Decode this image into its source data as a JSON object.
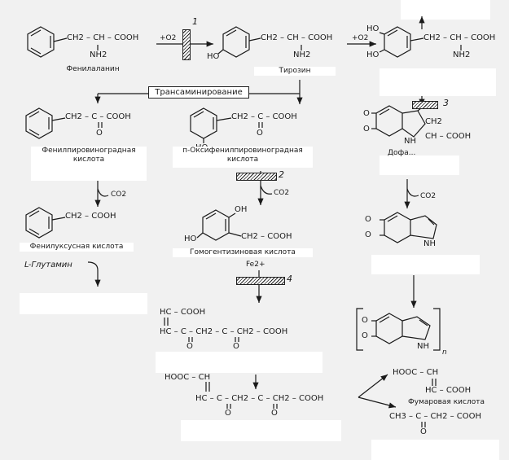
{
  "labels": {
    "phenylalanine": "Фенилаланин",
    "tyrosine": "Тирозин",
    "transamination": "Трансаминирование",
    "phenylpyruvic_1": "Фенилпировиноградная",
    "phenylpyruvic_2": "кислота",
    "oxyphenylpyruvic_1": "п-Оксифенилпировиноградная",
    "oxyphenylpyruvic_2": "кислота",
    "phenylacetic": "Фенилуксусная кислота",
    "glutamine": "L-Глутамин",
    "homogentisic": "Гомогентизиновая кислота",
    "fumaric": "Фумаровая кислота",
    "dopachrome_partial": "Дофа..."
  },
  "reagents": {
    "o2_1": "+O2",
    "o2_2": "+O2",
    "co2_1": "CO2",
    "co2_2": "CO2",
    "co2_3": "CO2",
    "fe": "Fe2+"
  },
  "enzyme_steps": {
    "step1": "1",
    "step2": "2",
    "step3": "3",
    "step4": "4"
  },
  "formulas": {
    "phe_chain": "CH2 – CH – COOH",
    "phe_nh2": "NH2",
    "tyr_chain": "CH2 – CH – COOH",
    "tyr_nh2": "NH2",
    "tyr_ho": "HO",
    "dopa_chain": "CH2 – CH – COOH",
    "dopa_nh2": "NH2",
    "dopa_ho1": "HO",
    "dopa_ho2": "HO",
    "ppa_chain": "CH2 – C – COOH",
    "ppa_o": "O",
    "hppa_chain": "CH2 – C – COOH",
    "hppa_o": "O",
    "hppa_ho": "HO",
    "paa_chain": "CH2 – COOH",
    "hga_chain": "CH2 – COOH",
    "hga_oh": "OH",
    "hga_ho": "HO",
    "dopachrome_ch2": "CH2",
    "dopachrome_cooh": "CH – COOH",
    "dopachrome_nh": "NH",
    "dopachrome_o1": "O",
    "dopachrome_o2": "O",
    "indq_o1": "O",
    "indq_o2": "O",
    "indq_nh": "NH",
    "melanin_o1": "O",
    "melanin_o2": "O",
    "melanin_nh": "NH",
    "melanin_n": "n",
    "maa_line1": "HC – COOH",
    "maa_line2": "HC – C – CH2 – C – CH2 – COOH",
    "maa_o1": "O",
    "maa_o2": "O",
    "faa_line1": "HOOC – CH",
    "faa_line2": "HC – C – CH2 – C – CH2 – COOH",
    "faa_o1": "O",
    "faa_o2": "O",
    "fum_line1": "HOOC – CH",
    "fum_line2": "HC – COOH",
    "aca_line": "CH3 – C – CH2 – COOH",
    "aca_o": "O"
  }
}
